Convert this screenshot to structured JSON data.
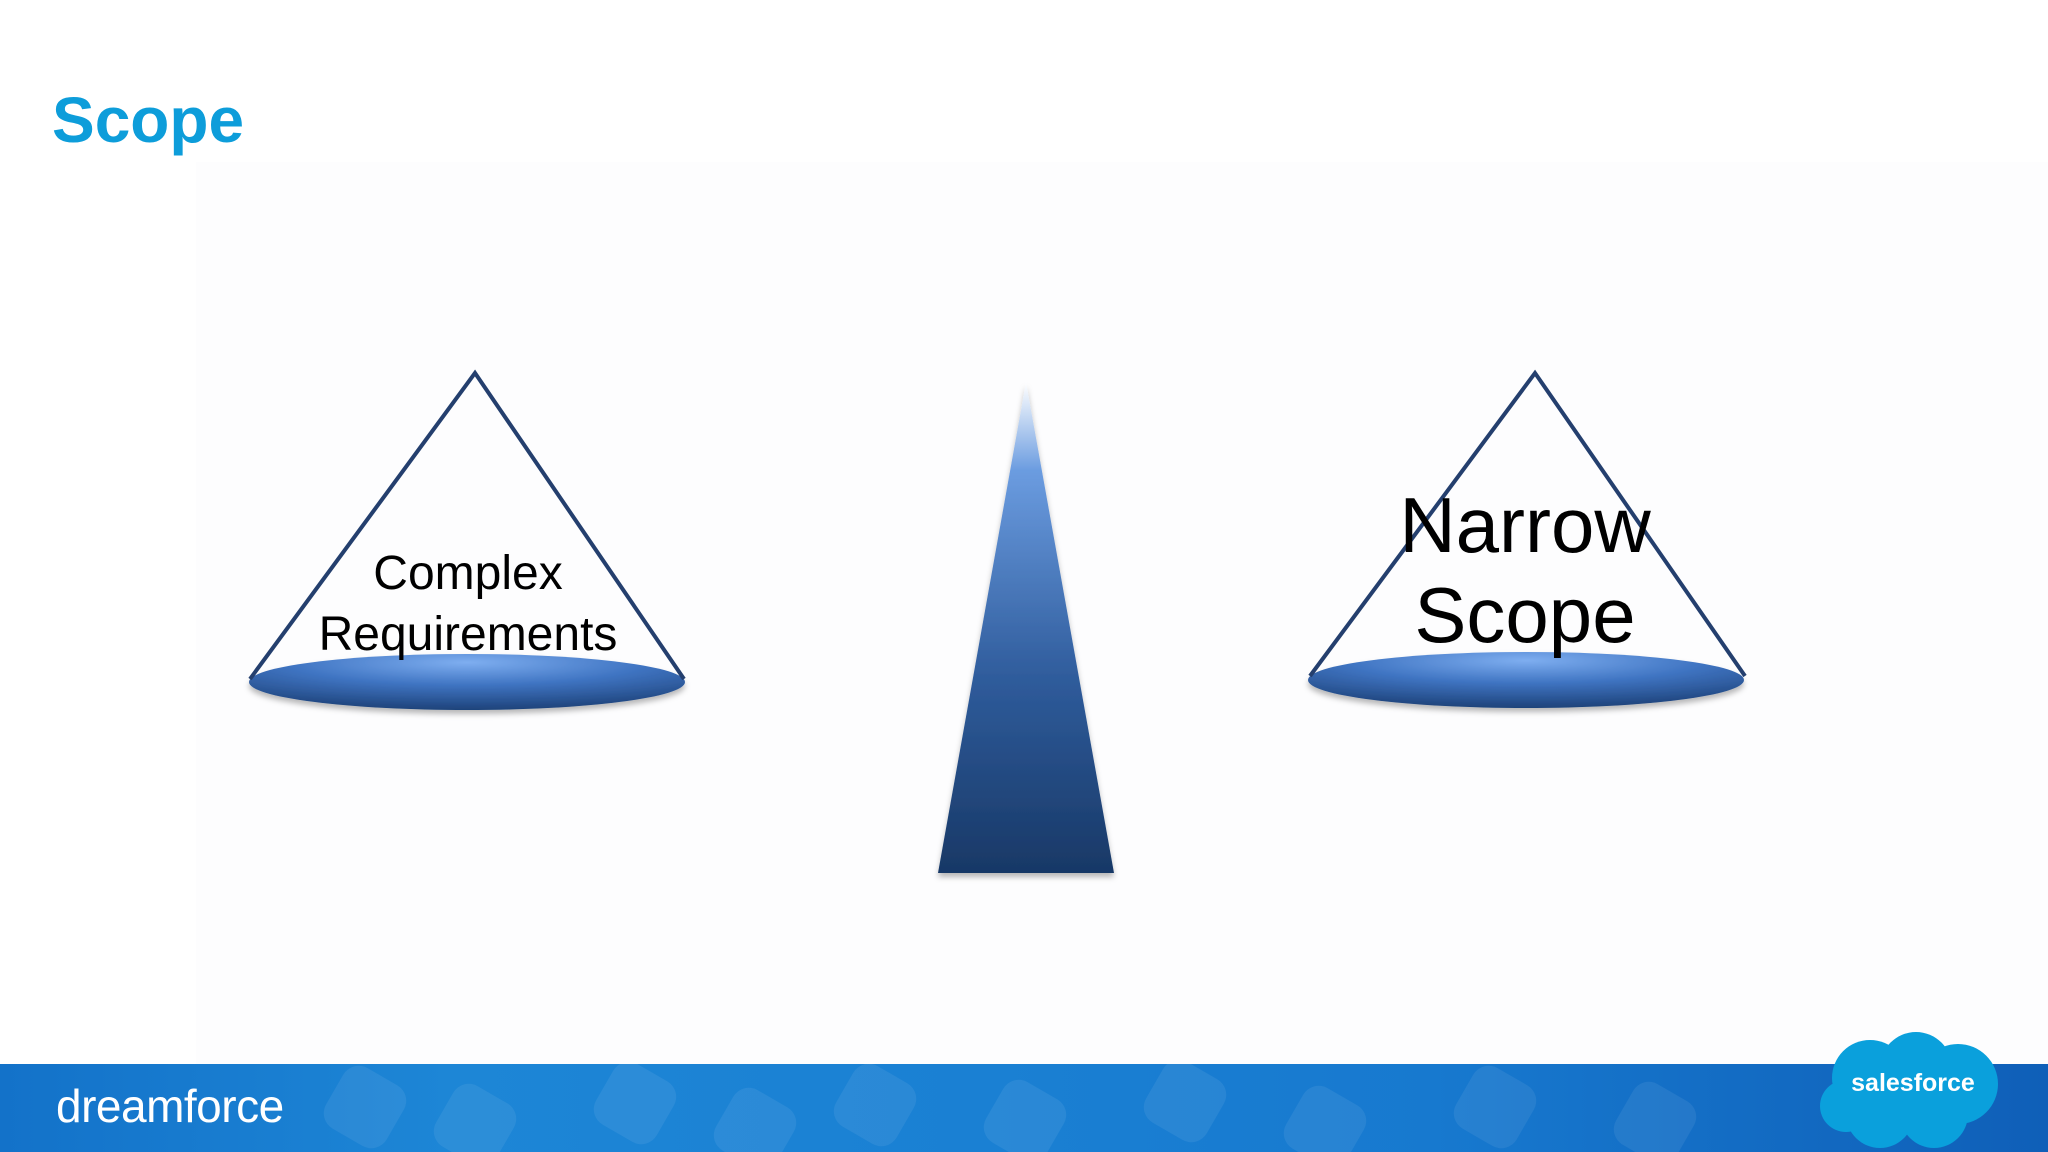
{
  "slide": {
    "title": "Scope",
    "left_pan_label": "Complex Requirements",
    "right_pan_label": "Narrow Scope"
  },
  "footer": {
    "event_logo_text": "dreamforce",
    "brand_logo_text": "salesforce"
  },
  "colors": {
    "title": "#0d9dda",
    "scale_outline": "#243f6e",
    "scale_gradient_top": "#6aa0e0",
    "scale_gradient_bottom": "#183866",
    "footer_blue": "#1a80d3"
  }
}
